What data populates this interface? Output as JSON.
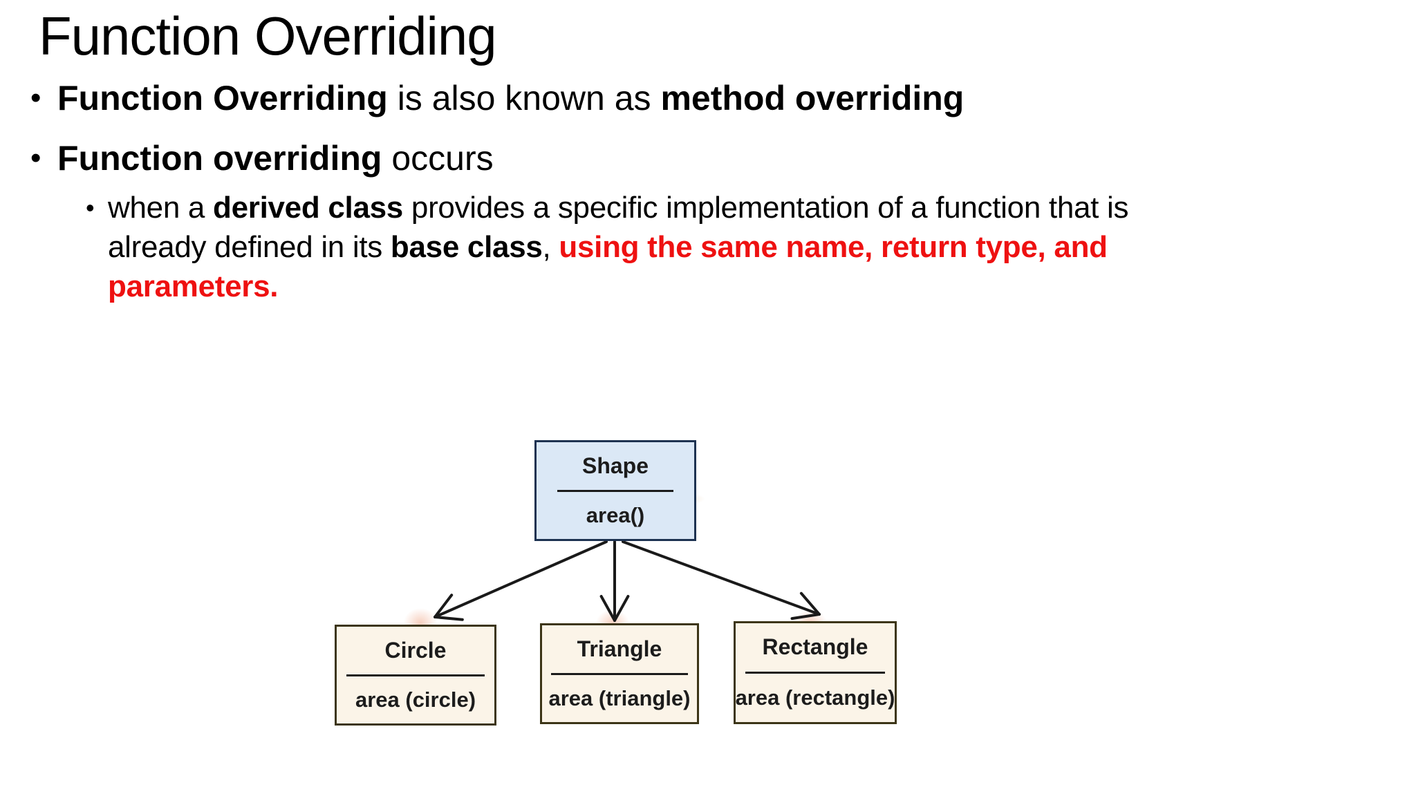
{
  "slide": {
    "title": "Function Overriding",
    "bullet1": {
      "bold1": "Function Overriding",
      "mid": " is also known as ",
      "bold2": "method overriding"
    },
    "bullet2": {
      "bold1": "Function overriding",
      "rest": " occurs"
    },
    "sub_bullet": {
      "line1_pre": "when a ",
      "line1_bold": "derived class",
      "line1_post": " provides a specific implementation of a function that is",
      "line2_pre": "already defined in its ",
      "line2_bold": "base class",
      "line2_comma": ", ",
      "line2_red": "using the same name, return type, and",
      "line3_red": "parameters."
    },
    "bullet_glyph": "•"
  },
  "diagram": {
    "base": {
      "name": "Shape",
      "method": "area()"
    },
    "derived": [
      {
        "name": "Circle",
        "method": "area (circle)"
      },
      {
        "name": "Triangle",
        "method": "area (triangle)"
      },
      {
        "name": "Rectangle",
        "method": "area (rectangle)"
      }
    ]
  },
  "colors": {
    "red_text": "#ee1111",
    "base_box_fill": "#dbe8f6",
    "base_box_border": "#1d3251",
    "derived_box_fill": "#fbf4e8",
    "derived_box_border": "#3c3517",
    "arrow": "#1a1a1a"
  }
}
